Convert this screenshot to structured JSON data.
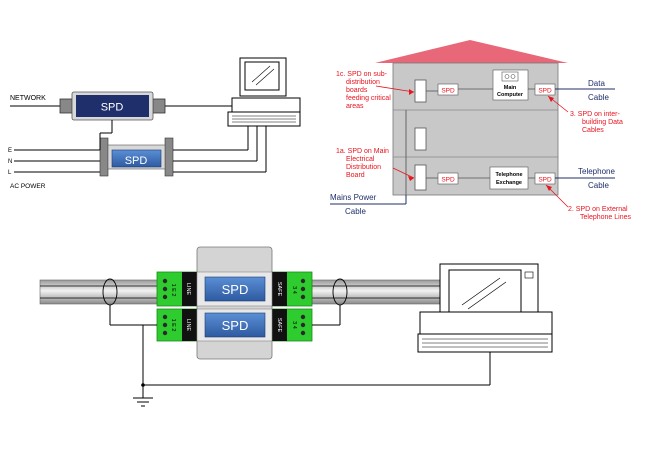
{
  "top_left": {
    "network_label": "NETWORK",
    "spd_top": "SPD",
    "spd_bottom": "SPD",
    "e_label": "E",
    "n_label": "N",
    "l_label": "L",
    "ac_power_label": "AC POWER"
  },
  "building": {
    "callout_1c": [
      "1c.  SPD on sub-",
      "distribution",
      "boards",
      "feeding critical",
      "areas"
    ],
    "callout_1a": [
      "1a. SPD on Main",
      "Electrical",
      "Distribution",
      "Board"
    ],
    "callout_3": [
      "3. SPD on inter-",
      "building Data",
      "Cables"
    ],
    "callout_2": [
      "2. SPD on External",
      "Telephone Lines"
    ],
    "spd_labels": [
      "SPD",
      "SPD",
      "SPD",
      "SPD"
    ],
    "main_computer": [
      "Main",
      "Computer"
    ],
    "telephone_exchange": [
      "Telephone",
      "Exchange"
    ],
    "data_label": "Data",
    "data_cable_label": "Cable",
    "telephone_label": "Telephone",
    "telephone_cable_label": "Cable",
    "mains_power_label": "Mains Power",
    "mains_cable_label": "Cable"
  },
  "bottom": {
    "spd_top": "SPD",
    "spd_bottom": "SPD",
    "line_label": "LINE",
    "safe_label": "SAFE",
    "le2_label": "1 E 2",
    "pins_right": "3 4"
  },
  "colors": {
    "accent_red": "#e8141e",
    "navy": "#1f2f6b",
    "spd_blue": "#3b6cb5",
    "terminal_green": "#2ecc2e",
    "roof_pink": "#e8687a",
    "building_gray": "#c8c8c8"
  }
}
